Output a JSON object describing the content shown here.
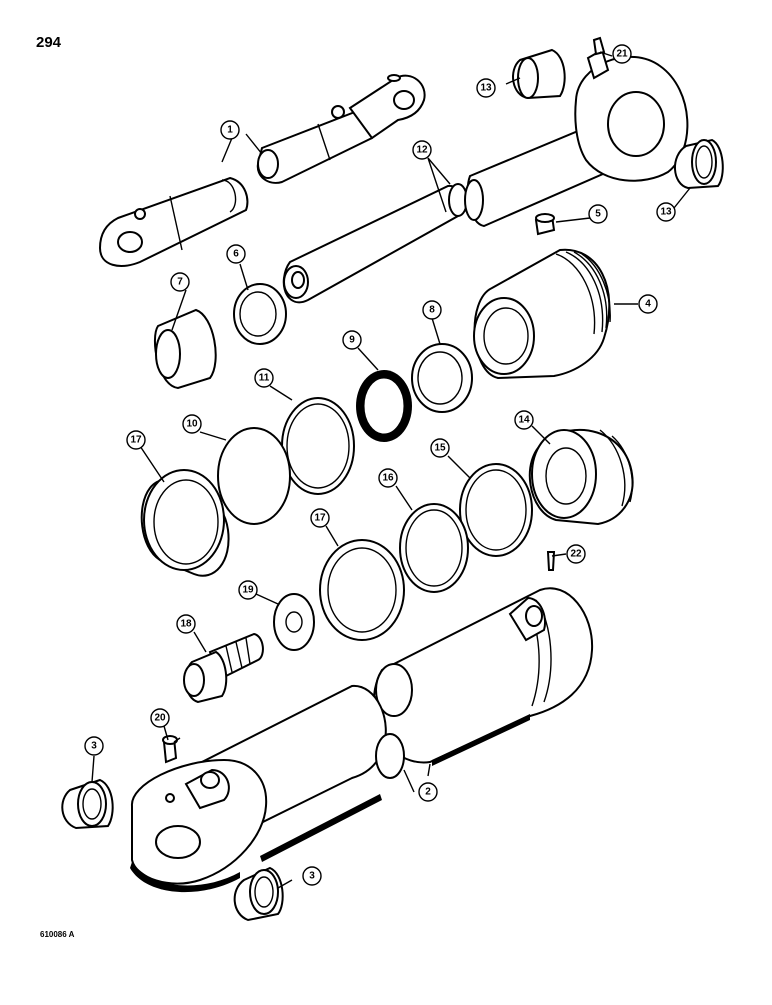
{
  "page_number": "294",
  "figure_code": "610086 A",
  "callouts": [
    "1",
    "2",
    "3",
    "4",
    "5",
    "6",
    "7",
    "8",
    "9",
    "10",
    "11",
    "12",
    "13",
    "14",
    "15",
    "16",
    "17",
    "18",
    "19",
    "20",
    "21",
    "22"
  ]
}
